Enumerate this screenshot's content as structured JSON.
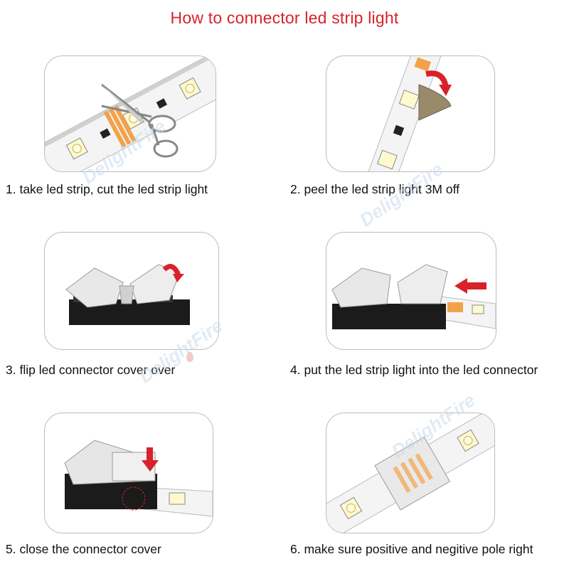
{
  "title": "How to connector led strip light",
  "watermark": "DelightFire",
  "colors": {
    "title": "#d8222a",
    "arrow": "#d8222a",
    "strip": "#f2f2f2",
    "copper": "#f2a24a"
  },
  "steps": [
    {
      "caption": "1. take led strip, cut the led strip light",
      "icon": "scissors-cutting-strip"
    },
    {
      "caption": "2. peel the led strip light 3M off",
      "icon": "peeling-strip"
    },
    {
      "caption": "3. flip led connector cover over",
      "icon": "open-connector"
    },
    {
      "caption": "4. put the led strip light into the led connector",
      "icon": "inserting-strip"
    },
    {
      "caption": "5. close the connector cover",
      "icon": "closing-connector"
    },
    {
      "caption": "6. make sure positive and negitive pole right",
      "icon": "connected-strips"
    }
  ]
}
